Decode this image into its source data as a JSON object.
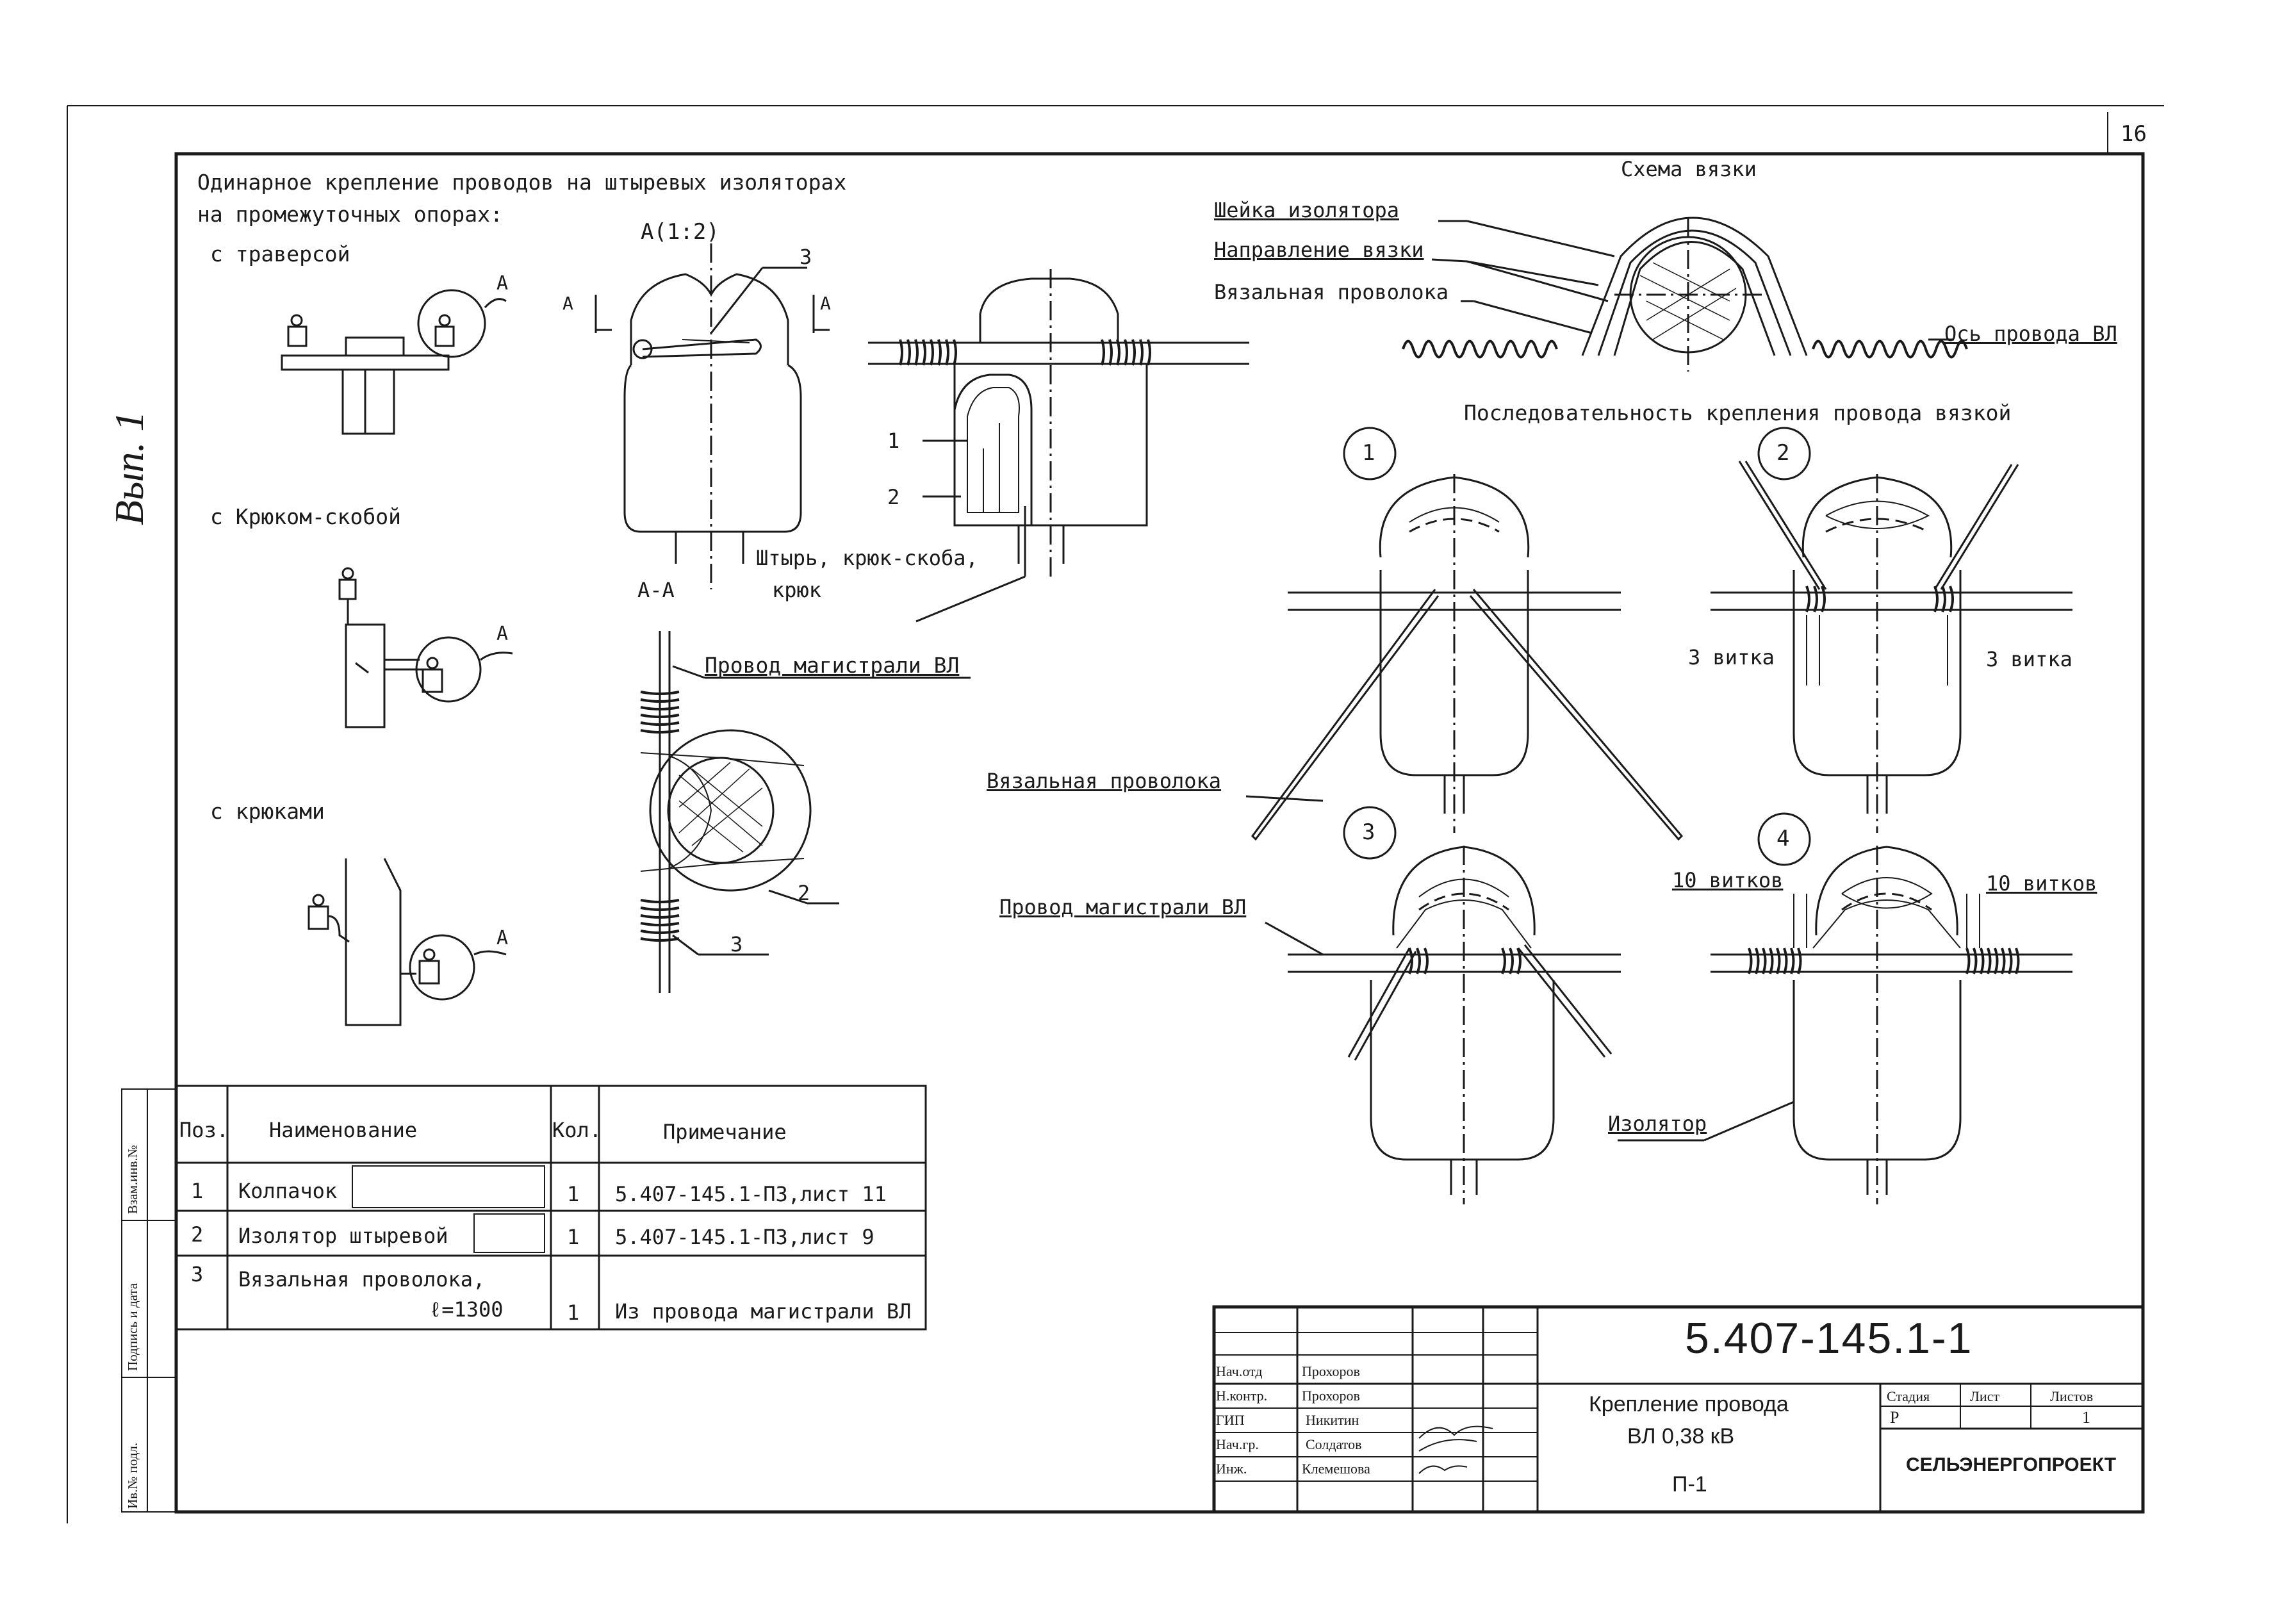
{
  "page_number": "16",
  "side_note": "Вып. 1",
  "side_columns": [
    "Взам.инв.№",
    "Подпись и дата",
    "Ив.№ подл."
  ],
  "intro": {
    "line1": "Одинарное крепление проводов на штыревых изоляторах",
    "line2": "на промежуточных опорах:"
  },
  "variants": [
    {
      "label": "с траверсой",
      "callout": "A"
    },
    {
      "label": "с Крюком-скобой",
      "callout": "A"
    },
    {
      "label": "с крюками",
      "callout": "A"
    }
  ],
  "detail_A": {
    "title": "A(1:2)",
    "section_mark": "A",
    "pos3": "3",
    "pos1": "1",
    "pos2": "2",
    "pin_label_1": "Штырь, крюк-скоба,",
    "pin_label_2": "крюк"
  },
  "section_AA": {
    "title": "A-A",
    "wire_label": "Провод магистрали ВЛ",
    "pos2": "2",
    "pos3": "3"
  },
  "tie_scheme": {
    "title": "Схема вязки",
    "neck": "Шейка изолятора",
    "direction": "Направление вязки",
    "tie_wire": "Вязальная проволока",
    "axis": "Ось провода ВЛ"
  },
  "sequence": {
    "title": "Последовательность крепления провода вязкой",
    "steps": [
      "1",
      "2",
      "3",
      "4"
    ],
    "turns3_left": "3 витка",
    "turns3_right": "3 витка",
    "turns10_left": "10 витков",
    "turns10_right": "10 витков",
    "label_tie_wire": "Вязальная проволока",
    "label_main_wire": "Провод магистрали ВЛ",
    "label_insulator": "Изолятор"
  },
  "spec_table": {
    "headers": [
      "Поз.",
      "Наименование",
      "Кол.",
      "Примечание"
    ],
    "rows": [
      {
        "pos": "1",
        "name": "Колпачок",
        "qty": "1",
        "note": "5.407-145.1-ПЗ,лист 11"
      },
      {
        "pos": "2",
        "name": "Изолятор штыревой",
        "qty": "1",
        "note": "5.407-145.1-ПЗ,лист 9"
      },
      {
        "pos": "3",
        "name": "Вязальная проволока,",
        "name2": "ℓ=1300",
        "qty": "1",
        "note": "Из провода магистрали ВЛ"
      }
    ]
  },
  "title_block": {
    "code": "5.407-145.1-1",
    "title_line1": "Крепление провода",
    "title_line2": "ВЛ 0,38 кВ",
    "sheet_code": "П-1",
    "stage_header": "Стадия",
    "sheet_header": "Лист",
    "sheets_header": "Листов",
    "stage": "Р",
    "sheets": "1",
    "organization": "СЕЛЬЭНЕРГОПРОЕКТ",
    "roles": [
      {
        "role": "Нач.отд",
        "name": "Прохоров"
      },
      {
        "role": "Н.контр.",
        "name": "Прохоров"
      },
      {
        "role": "ГИП",
        "name": "Никитин"
      },
      {
        "role": "Нач.гр.",
        "name": "Солдатов"
      },
      {
        "role": "Инж.",
        "name": "Клемешова"
      }
    ]
  }
}
